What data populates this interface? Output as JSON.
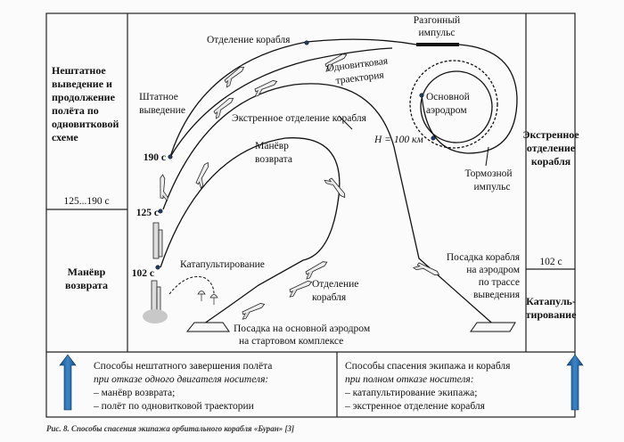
{
  "diagram": {
    "left_panel": {
      "top_text": [
        "Нештатное",
        "выведение и",
        "продолжение",
        "полёта по",
        "одновитковой",
        "схеме"
      ],
      "top_time": "125...190 с",
      "bottom_text": [
        "Манёвр",
        "возврата"
      ]
    },
    "right_panel": {
      "top_text": [
        "Экстренное",
        "отделение",
        "корабля"
      ],
      "top_time": "102 с",
      "bottom_text": [
        "Катапуль-",
        "тирование"
      ]
    },
    "labels": {
      "separation_top": "Отделение корабля",
      "boost_impulse": [
        "Разгонный",
        "импульс"
      ],
      "single_orbit": [
        "Одновитковая",
        "траектория"
      ],
      "main_airfield": [
        "Основной",
        "аэродром"
      ],
      "altitude": "H = 100 км",
      "brake_impulse": [
        "Тормозной",
        "импульс"
      ],
      "nominal_ascent": [
        "Штатное",
        "выведение"
      ],
      "emergency_separation": "Экстренное отделение корабля",
      "return_maneuver": [
        "Манёвр",
        "возврата"
      ],
      "t190": "190 с",
      "t125": "125 с",
      "t102": "102 с",
      "ejection": "Катапультирование",
      "separation_low": [
        "Отделение",
        "корабля"
      ],
      "landing_route": [
        "Посадка корабля",
        "на аэродром",
        "по трассе",
        "выведения"
      ],
      "landing_main": [
        "Посадка на основной аэродром",
        "на стартовом комплексе"
      ]
    },
    "bottom_left": {
      "title": "Способы нештатного завершения полёта",
      "subtitle": "при отказе одного двигателя носителя:",
      "items": [
        "– манёвр возврата;",
        "– полёт по одновитковой траектории"
      ]
    },
    "bottom_right": {
      "title": "Способы спасения экипажа и корабля",
      "subtitle": "при полном отказе носителя:",
      "items": [
        "– катапультирование экипажа;",
        "– экстренное отделение корабля"
      ]
    },
    "caption": "Рис. 8. Способы спасения экипажа орбитального корабля «Буран» [3]",
    "colors": {
      "arrow": "#1f5fa0",
      "line": "#111111",
      "dot": "#1d3d6b"
    }
  }
}
